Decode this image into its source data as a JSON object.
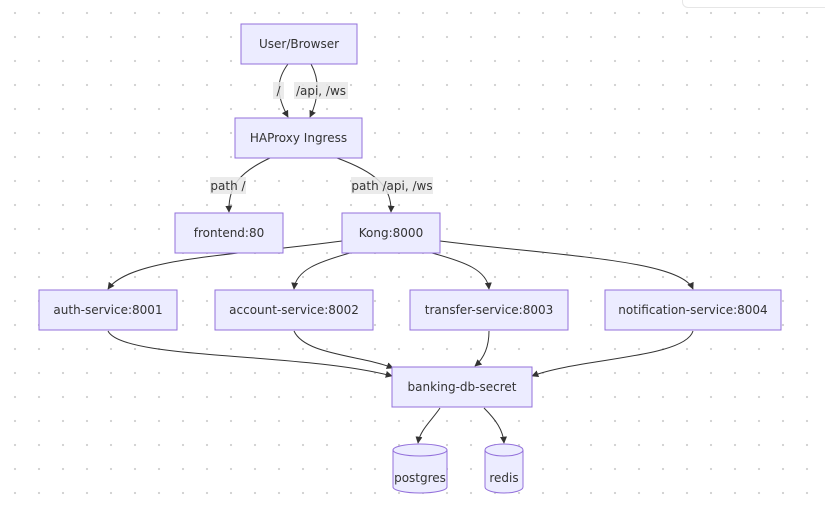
{
  "nodes": {
    "user_browser": "User/Browser",
    "haproxy": "HAProxy Ingress",
    "frontend": "frontend:80",
    "kong": "Kong:8000",
    "auth": "auth-service:8001",
    "account": "account-service:8002",
    "transfer": "transfer-service:8003",
    "notification": "notification-service:8004",
    "db_secret": "banking-db-secret",
    "postgres": "postgres",
    "redis": "redis"
  },
  "edge_labels": {
    "root": "/",
    "api_ws": "/api, /ws",
    "path_root": "path /",
    "path_api_ws": "path /api, /ws"
  },
  "colors": {
    "node_fill": "#ececff",
    "node_stroke": "#9370db",
    "edge": "#333333",
    "label_bg": "#e8e8e8"
  }
}
